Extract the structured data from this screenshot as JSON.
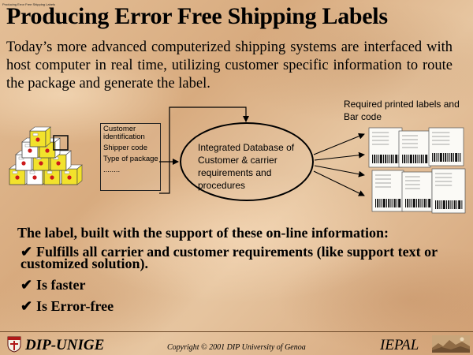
{
  "header": {
    "tiny_caption": "Producing Error Free Shipping Labels",
    "title": "Producing Error Free Shipping Labels"
  },
  "intro": "Today’s more advanced computerized shipping systems are interfaced with host computer in real time, utilizing customer specific information to route the package and generate the label.",
  "diagram": {
    "inputs": [
      "Customer identification",
      "Shipper code",
      "Type of package",
      "........"
    ],
    "database_label": "Integrated Database of Customer & carrier requirements and procedures",
    "output_caption": "Required printed labels and Bar code"
  },
  "summary": {
    "lead": "The label, built with the support of these on-line information:",
    "check_glyph": "✔",
    "bullets": [
      "Fulfills all carrier and customer requirements (like support text or customized solution).",
      "Is faster",
      "Is Error-free"
    ]
  },
  "footer": {
    "left": "DIP-UNIGE",
    "center": "Copyright © 2001 DIP University of Genoa",
    "right": "IEPAL"
  },
  "colors": {
    "box_yellow": "#f2e22c",
    "box_white": "#ffffff",
    "box_red": "#cc1a1a"
  }
}
